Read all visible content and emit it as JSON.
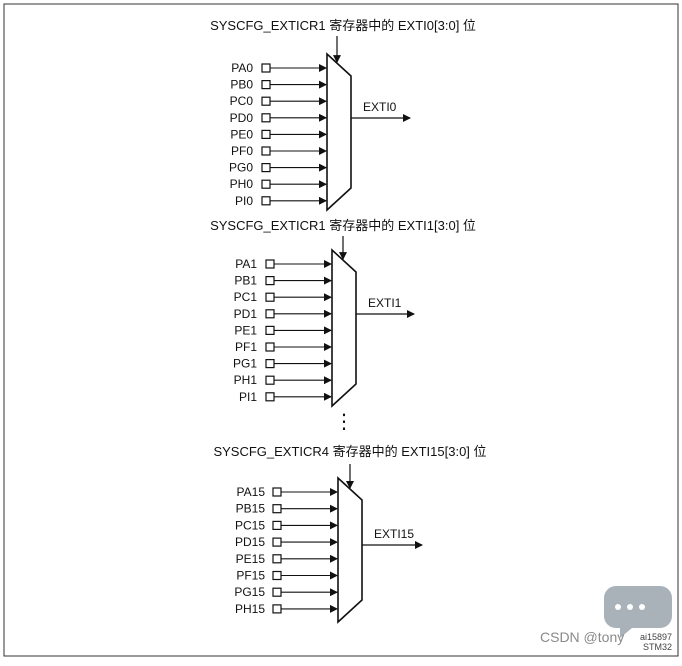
{
  "diagram": {
    "groups": [
      {
        "title": "SYSCFG_EXTICR1 寄存器中的 EXTI0[3:0] 位",
        "inputs": [
          "PA0",
          "PB0",
          "PC0",
          "PD0",
          "PE0",
          "PF0",
          "PG0",
          "PH0",
          "PI0"
        ],
        "output": "EXTI0"
      },
      {
        "title": "SYSCFG_EXTICR1 寄存器中的 EXTI1[3:0] 位",
        "inputs": [
          "PA1",
          "PB1",
          "PC1",
          "PD1",
          "PE1",
          "PF1",
          "PG1",
          "PH1",
          "PI1"
        ],
        "output": "EXTI1"
      },
      {
        "title": "SYSCFG_EXTICR4 寄存器中的 EXTI15[3:0] 位",
        "inputs": [
          "PA15",
          "PB15",
          "PC15",
          "PD15",
          "PE15",
          "PF15",
          "PG15",
          "PH15"
        ],
        "output": "EXTI15"
      }
    ],
    "ellipsis": "⋮",
    "figure_id": "ai15897"
  },
  "watermark": {
    "text": "CSDN @tony",
    "badge_text": "STM32"
  },
  "colors": {
    "line": "#111111",
    "border": "#333333",
    "watermark_icon": "#9aa3ad"
  }
}
